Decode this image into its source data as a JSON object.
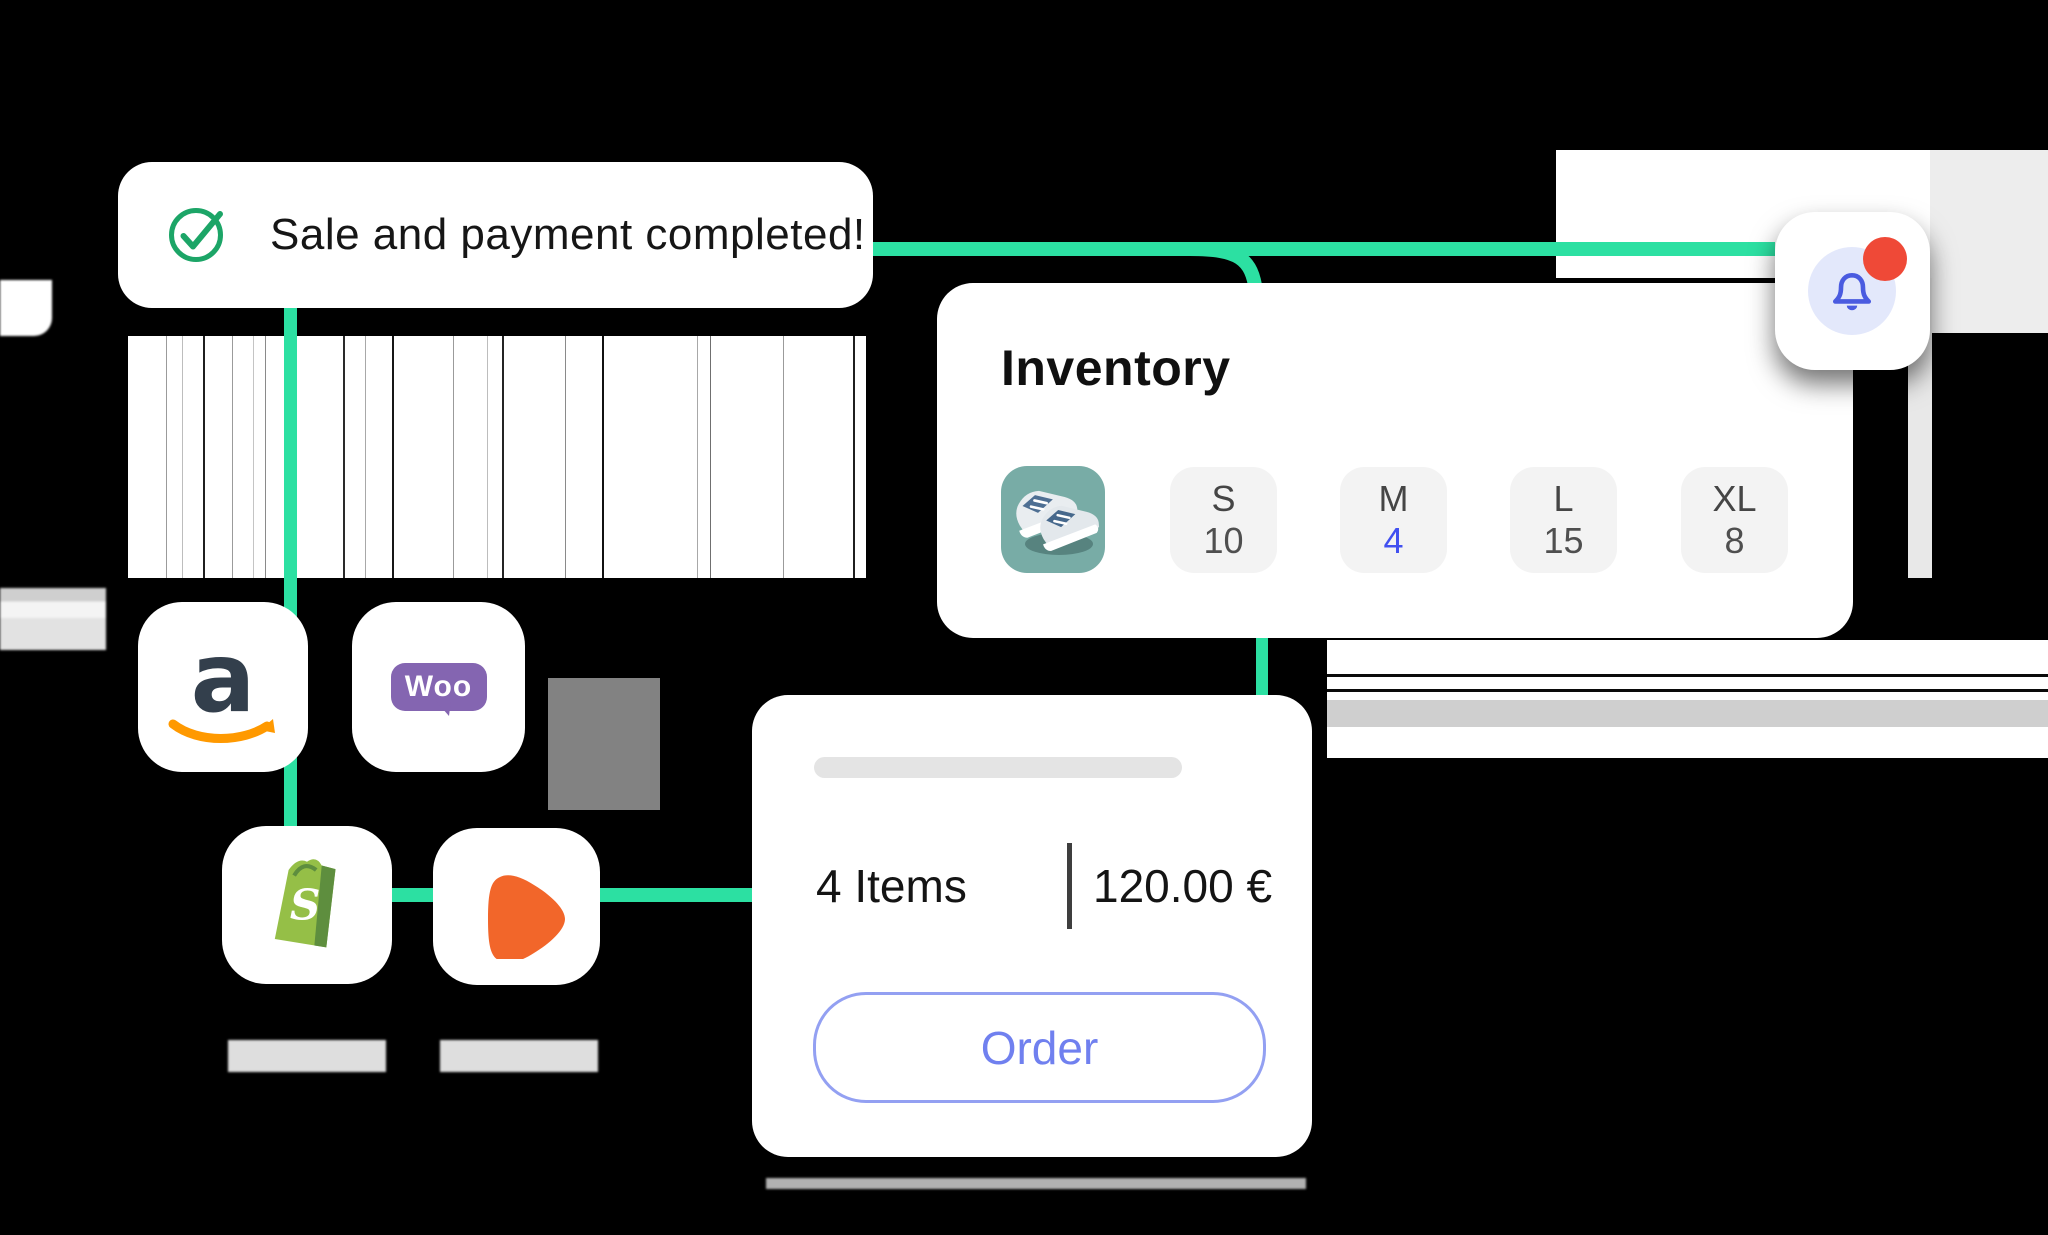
{
  "colors": {
    "background": "#000000",
    "green_connector": "#2CE0A2",
    "check_green": "#1CA567",
    "indigo_bell": "#4A5BE0",
    "indigo_accent": "#4150F0",
    "indigo_button_border": "#93A0F2",
    "indigo_button_text": "#7080EF",
    "red_badge": "#EF4937",
    "teal_thumbnail": "#78ACA6",
    "amazon_navy": "#333F4C",
    "amazon_orange": "#FF9900",
    "woo_purple": "#8465B1",
    "shopify_green": "#95BF47",
    "shopify_green_dark": "#5E8E3E",
    "zalando_orange": "#F2662A"
  },
  "notification": {
    "icon": "check-circle-icon",
    "text": "Sale and payment completed!"
  },
  "bell_widget": {
    "icon": "bell-icon",
    "badge": "unread-red-dot"
  },
  "inventory_card": {
    "title": "Inventory",
    "thumbnail": "sneakers-product-photo",
    "sizes": [
      {
        "label": "S",
        "qty": "10",
        "highlighted": false
      },
      {
        "label": "M",
        "qty": "4",
        "highlighted": true
      },
      {
        "label": "L",
        "qty": "15",
        "highlighted": false
      },
      {
        "label": "XL",
        "qty": "8",
        "highlighted": false
      }
    ]
  },
  "order_card": {
    "items_label": "4 Items",
    "price": "120.00 €",
    "button_label": "Order"
  },
  "integrations": [
    {
      "name": "amazon",
      "glyph": "a"
    },
    {
      "name": "woocommerce",
      "glyph": "Woo"
    },
    {
      "name": "shopify",
      "glyph": "S"
    },
    {
      "name": "zalando",
      "glyph": ""
    }
  ]
}
